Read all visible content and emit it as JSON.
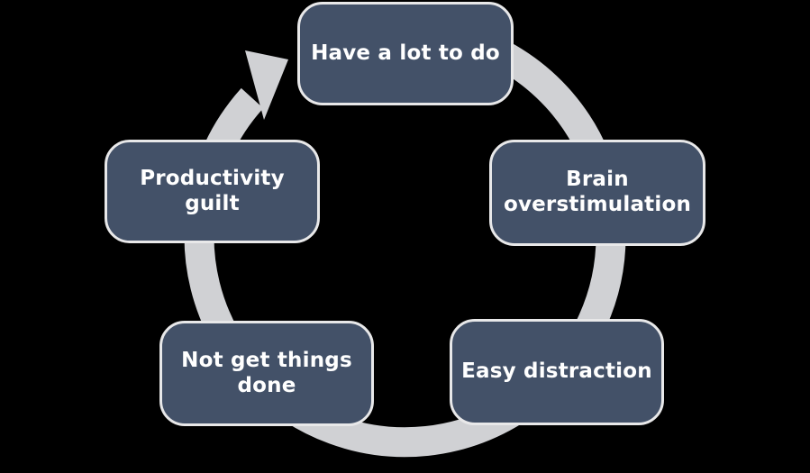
{
  "diagram": {
    "type": "cycle",
    "flow_direction": "clockwise",
    "boxes": [
      {
        "id": "have-a-lot-to-do",
        "text": "Have a lot to do"
      },
      {
        "id": "brain-overstimulation",
        "text": "Brain\noverstimulation"
      },
      {
        "id": "easy-distraction",
        "text": "Easy distraction"
      },
      {
        "id": "not-get-things-done",
        "text": "Not get things\ndone"
      },
      {
        "id": "productivity-guilt",
        "text": "Productivity\nguilt"
      }
    ]
  },
  "colors": {
    "background": "#000000",
    "arc": "#d0d1d4",
    "box_fill": "#435168",
    "box_border": "#e8e8e9",
    "text": "#ffffff"
  }
}
